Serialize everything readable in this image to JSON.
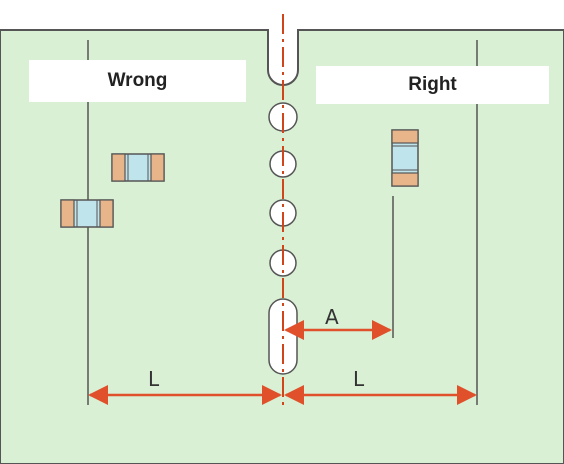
{
  "labels": {
    "wrong": "Wrong",
    "right": "Right",
    "dim_a": "A",
    "dim_l_left": "L",
    "dim_l_right": "L"
  },
  "colors": {
    "board": "#d9f0d5",
    "outline": "#555555",
    "centerline": "#d0461a",
    "arrow": "#e0502a",
    "pad": "#e8b48a",
    "body": "#bfe4ec"
  }
}
